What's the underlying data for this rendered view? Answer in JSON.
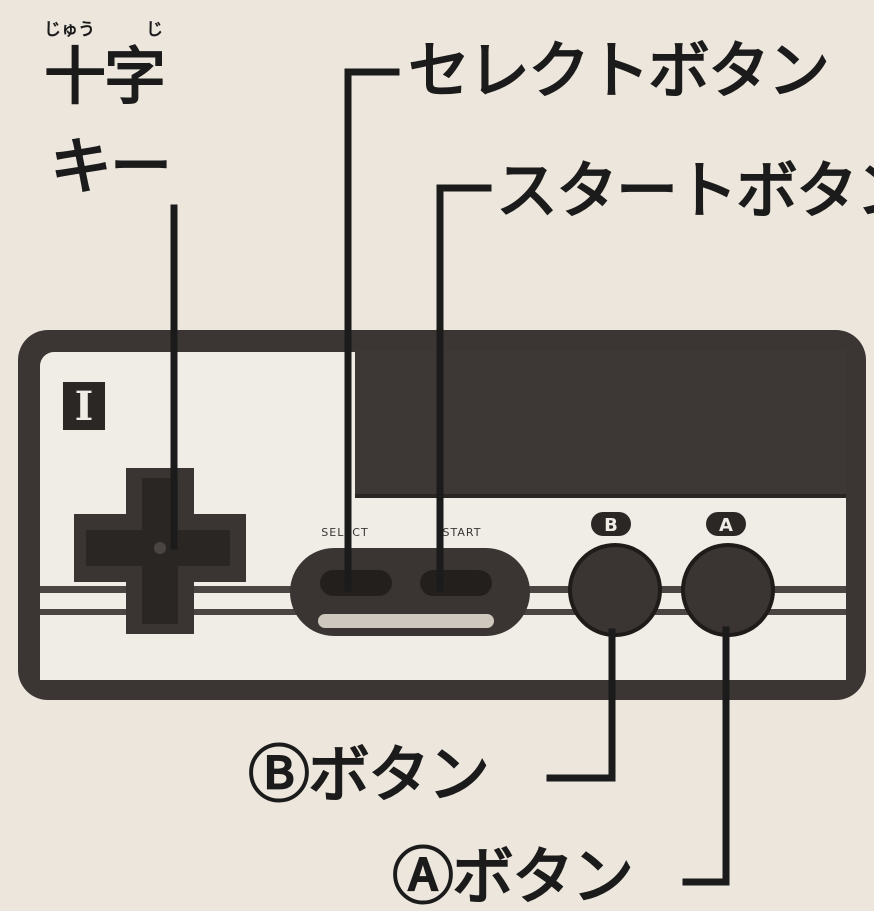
{
  "labels": {
    "juji_ruby_ju": "じゅう",
    "juji_ruby_ji": "じ",
    "juji_line1": "十字",
    "juji_line2": "キー",
    "select_button": "セレクトボタン",
    "start_button": "スタートボタン",
    "b_button": "Ⓑボタン",
    "a_button": "Ⓐボタン"
  },
  "controller": {
    "player_badge": "I",
    "select_text": "SELECT",
    "start_text": "START",
    "b_tag": "B",
    "a_tag": "A"
  },
  "colors": {
    "paper": "#ece6dc",
    "ink": "#1b1b1b",
    "panel_dark": "#3a3533",
    "panel_light": "#f2eee8"
  }
}
